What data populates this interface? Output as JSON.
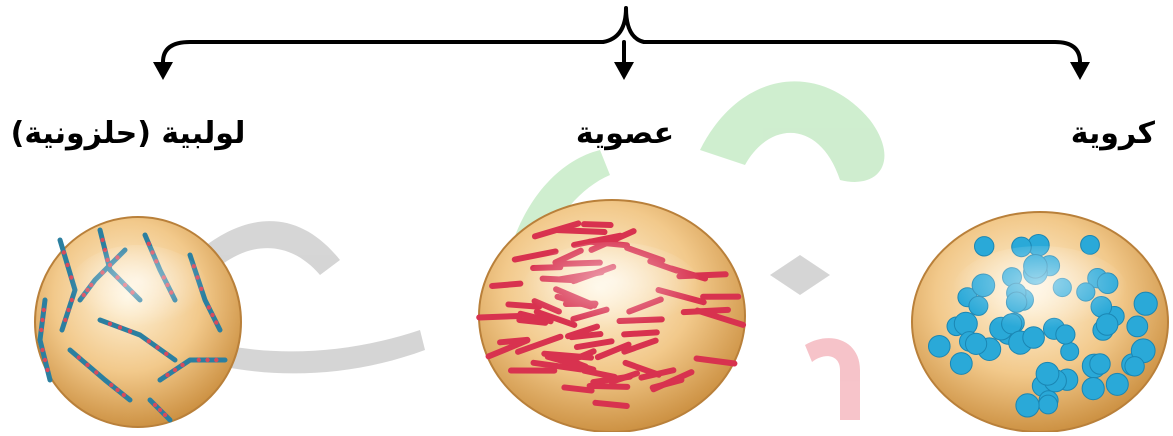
{
  "diagram": {
    "title": "",
    "categories": [
      {
        "id": "cocci",
        "label": "كروية"
      },
      {
        "id": "bacilli",
        "label": "عصوية"
      },
      {
        "id": "spirilla",
        "label": "لولبية (حلزونية)"
      }
    ],
    "watermark_text": "معلومات",
    "colors": {
      "dish_fill": "#f2c98b",
      "dish_edge": "#c98c3c",
      "cocci": "#2aa9d8",
      "bacilli": "#d8324f",
      "spirilla": "#2b7fa0",
      "spirilla_dots": "#d84a5c",
      "watermark_green": "#bfe8bf",
      "watermark_red": "#f4b0b8",
      "watermark_gray": "#c8c8c8"
    }
  }
}
